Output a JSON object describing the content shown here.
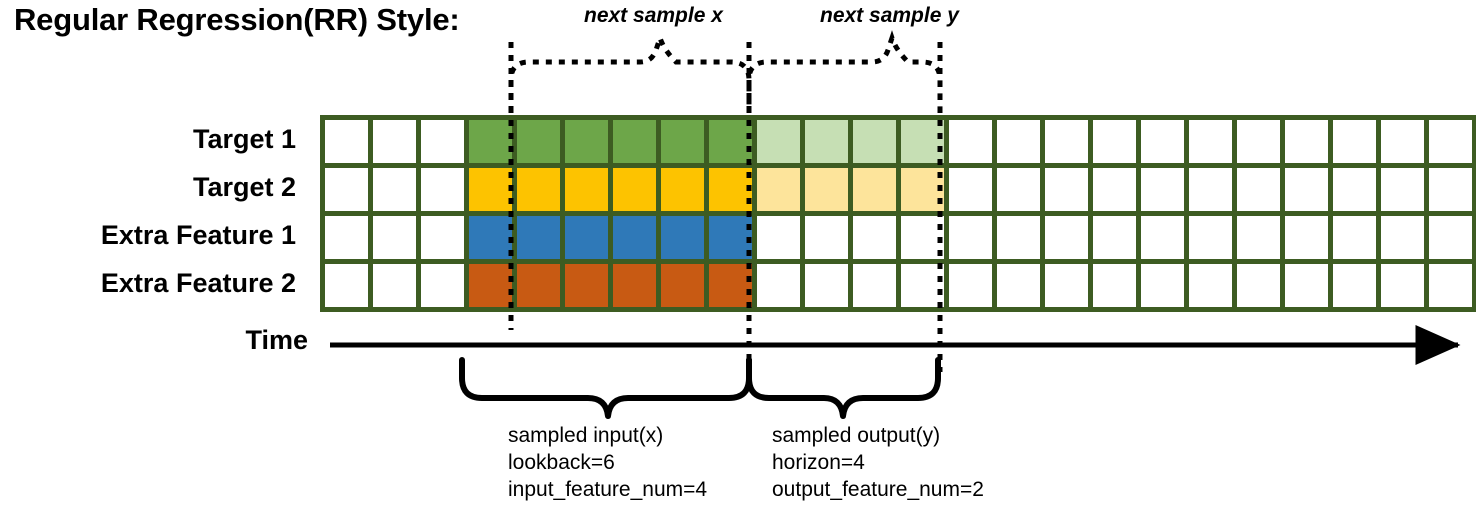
{
  "title": "Regular Regression(RR) Style:",
  "rows": [
    {
      "label": "Target 1",
      "color": "#6da649",
      "light": "#c6dfb4"
    },
    {
      "label": "Target 2",
      "color": "#fdc300",
      "light": "#fde49b"
    },
    {
      "label": "Extra Feature 1",
      "color": "#2f79b8",
      "light": null
    },
    {
      "label": "Extra Feature 2",
      "color": "#c85a13",
      "light": null
    }
  ],
  "grid": {
    "total_columns": 24,
    "lead_blank_columns": 3,
    "input_columns": 6,
    "output_columns": 4,
    "trail_blank_columns": 11,
    "border_color": "#3d5c22",
    "empty_color": "#ffffff"
  },
  "axis": {
    "time_label": "Time"
  },
  "top_annotations": [
    {
      "label": "next sample x"
    },
    {
      "label": "next sample y"
    }
  ],
  "bottom_annotations": [
    {
      "title": "sampled input(x)",
      "line2": "lookback=6",
      "line3": "input_feature_num=4"
    },
    {
      "title": "sampled output(y)",
      "line2": "horizon=4",
      "line3": "output_feature_num=2"
    }
  ]
}
